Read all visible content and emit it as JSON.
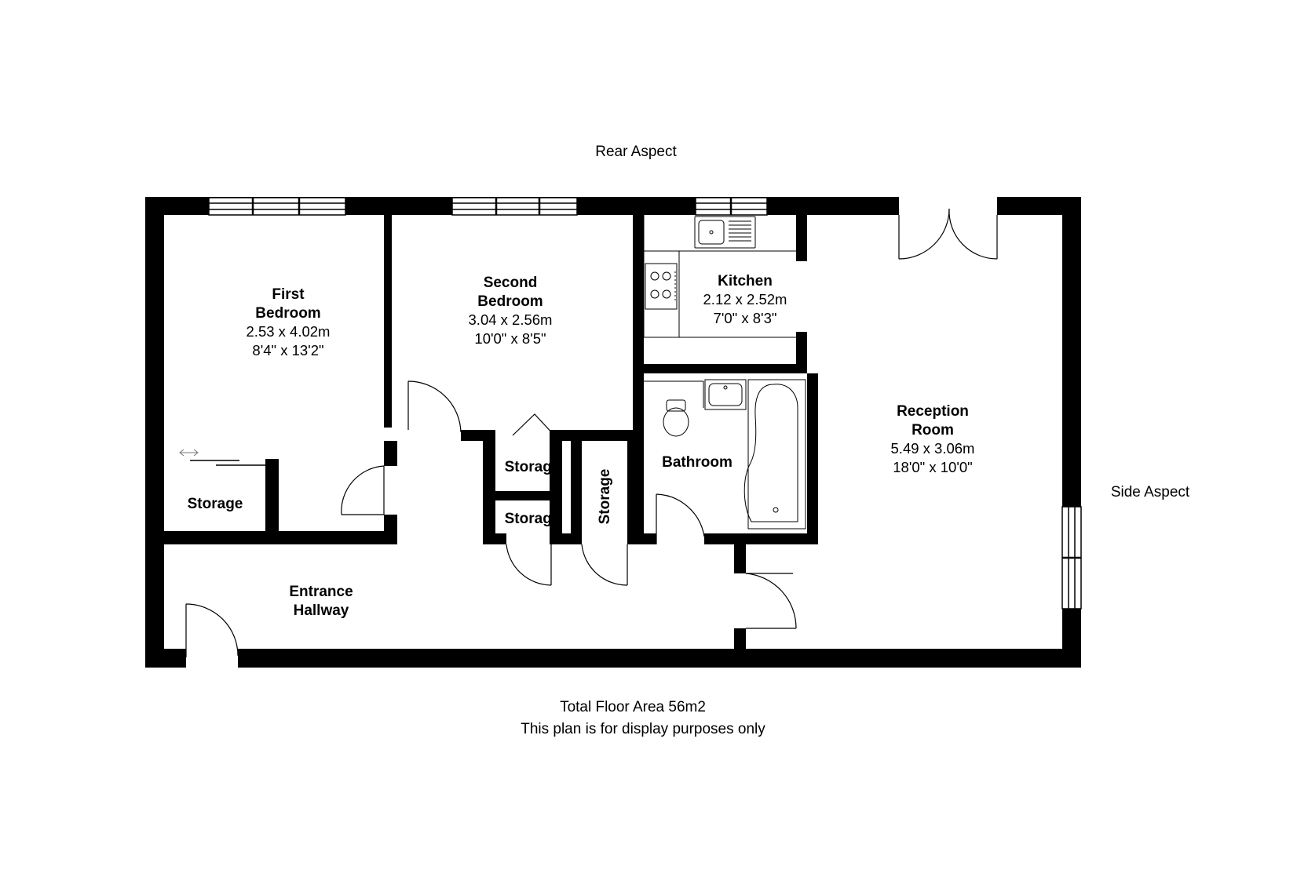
{
  "aspects": {
    "rear": "Rear Aspect",
    "side": "Side Aspect"
  },
  "rooms": {
    "first_bedroom": {
      "name_line1": "First",
      "name_line2": "Bedroom",
      "metric": "2.53 x 4.02m",
      "imperial": "8'4\" x 13'2\""
    },
    "second_bedroom": {
      "name_line1": "Second",
      "name_line2": "Bedroom",
      "metric": "3.04 x 2.56m",
      "imperial": "10'0\" x 8'5\""
    },
    "kitchen": {
      "name": "Kitchen",
      "metric": "2.12 x 2.52m",
      "imperial": "7'0\" x 8'3\""
    },
    "reception_room": {
      "name_line1": "Reception",
      "name_line2": "Room",
      "metric": "5.49 x 3.06m",
      "imperial": "18'0\" x 10'0\""
    },
    "bathroom": {
      "name": "Bathroom"
    },
    "entrance_hallway": {
      "name_line1": "Entrance",
      "name_line2": "Hallway"
    },
    "storage_bedroom": {
      "name": "Storage"
    },
    "storage_upper": {
      "name": "Storage"
    },
    "storage_lower": {
      "name": "Storage"
    },
    "storage_vertical": {
      "name": "Storage"
    }
  },
  "footer": {
    "total_area": "Total Floor Area 56m2",
    "disclaimer": "This plan is for display purposes only"
  }
}
